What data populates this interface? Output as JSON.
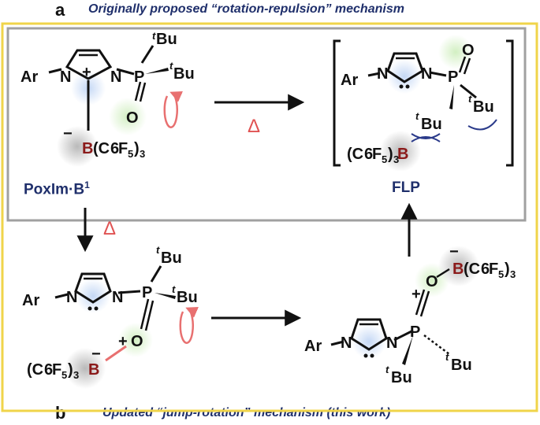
{
  "panel_a": {
    "letter": "a",
    "title": "Originally proposed “rotation-repulsion” mechanism"
  },
  "panel_b": {
    "letter": "b",
    "title": "Updated “jump-rotation” mechanism (this work)"
  },
  "labels": {
    "adduct": "PoxIm·B",
    "adduct_sup": "1",
    "flp": "FLP"
  },
  "symbols": {
    "heat": "Δ",
    "aryl": "Ar",
    "n": "N",
    "p": "P",
    "o": "O",
    "b": "B",
    "tbu_t": "t",
    "tbu": "Bu",
    "borane_rest": "(C",
    "plus": "+",
    "minus": "−"
  },
  "colors": {
    "frame_a": "#a0a0a0",
    "frame_b": "#f0d44a",
    "title": "#1f2f6b",
    "heat": "#e05252",
    "boron": "#8b1a1a",
    "rotation": "#e87070",
    "repulsion": "#2a3a8a"
  }
}
